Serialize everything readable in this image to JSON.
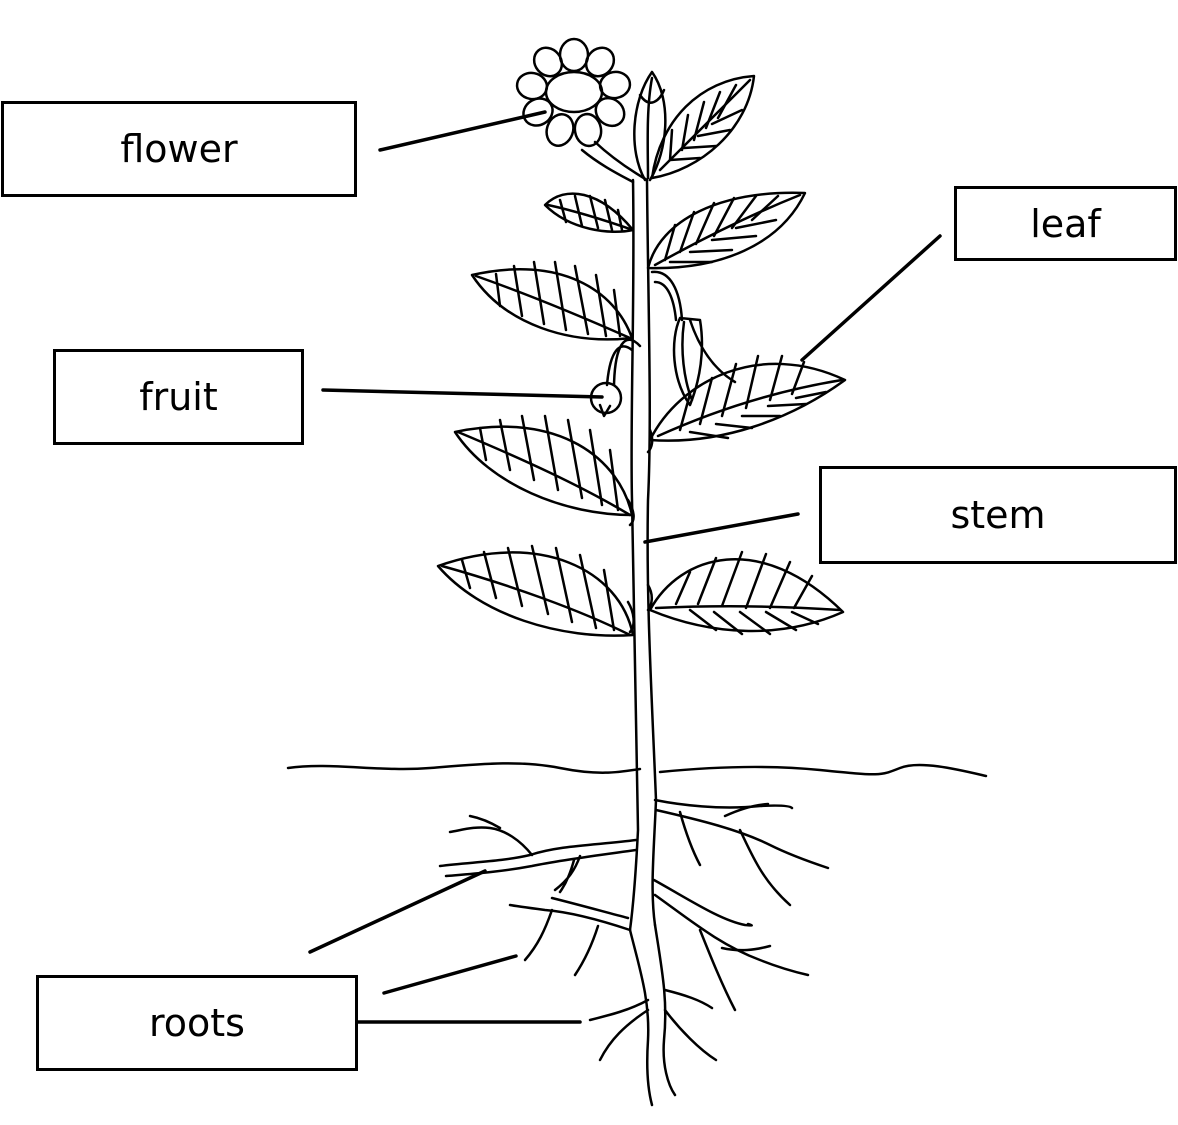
{
  "labels": {
    "flower": "flower",
    "fruit": "fruit",
    "leaf": "leaf",
    "stem": "stem",
    "roots": "roots"
  },
  "colors": {
    "line": "#000000",
    "background": "#ffffff"
  }
}
